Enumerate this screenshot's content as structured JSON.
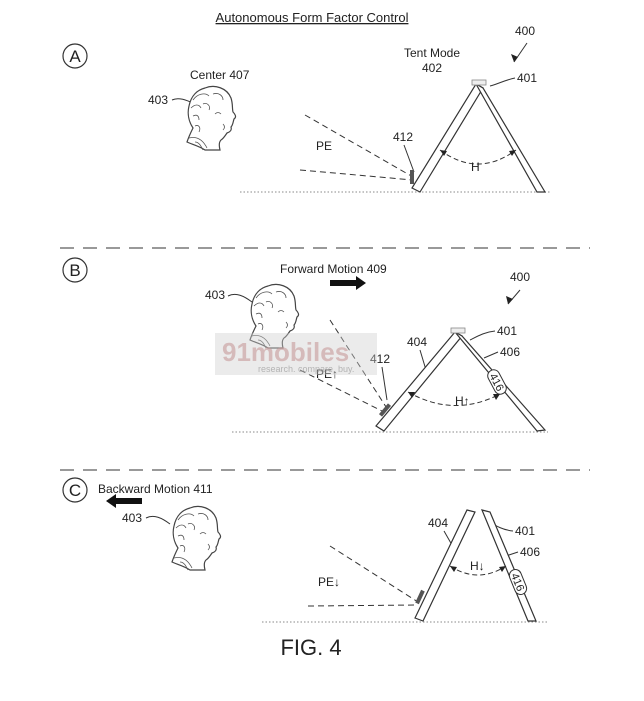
{
  "title": "Autonomous Form Factor Control",
  "figure_label": "FIG. 4",
  "watermark": {
    "brand": "91mobiles",
    "tagline": "research. compare. buy."
  },
  "section_a": {
    "letter": "A",
    "ref_400": "400",
    "mode_line1": "Tent Mode",
    "mode_line2": "402",
    "ref_401": "401",
    "center": "Center 407",
    "ref_403": "403",
    "ref_412": "412",
    "pe": "PE",
    "angle": "H"
  },
  "section_b": {
    "letter": "B",
    "motion": "Forward Motion 409",
    "ref_400": "400",
    "ref_403": "403",
    "ref_401": "401",
    "ref_404": "404",
    "ref_406": "406",
    "ref_412": "412",
    "ref_416": "416",
    "pe": "PE↑",
    "angle": "H↑"
  },
  "section_c": {
    "letter": "C",
    "motion": "Backward Motion 411",
    "ref_403": "403",
    "ref_404": "404",
    "ref_401": "401",
    "ref_406": "406",
    "ref_416": "416",
    "pe": "PE↓",
    "angle": "H↓"
  },
  "colors": {
    "ink": "#222222",
    "watermark": "#c8c8c8",
    "watermark_accent": "#d9b0b0"
  }
}
